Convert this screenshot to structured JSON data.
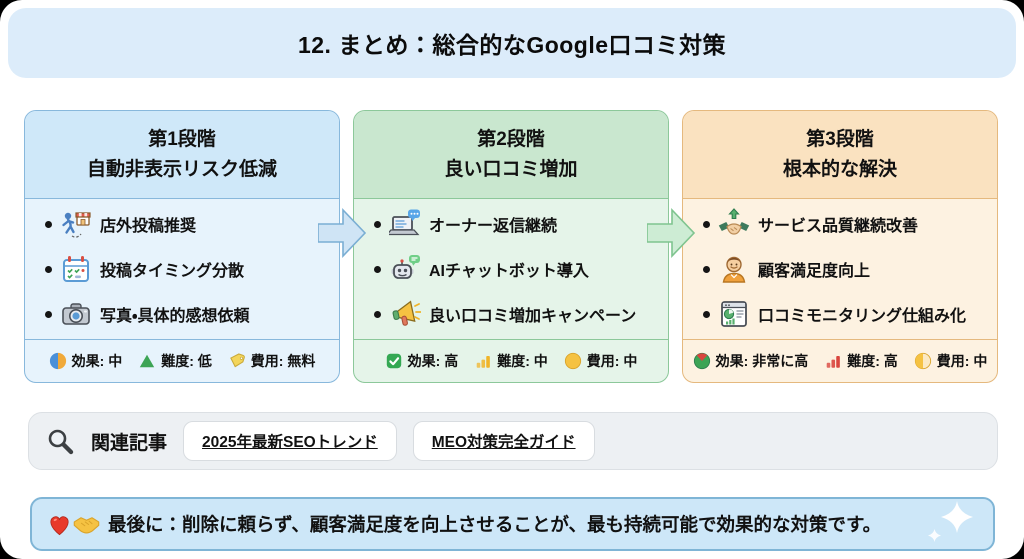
{
  "title": "12. まとめ：総合的なGoogle口コミ対策",
  "cards": [
    {
      "stage": "第1段階",
      "subtitle": "自動非表示リスク低減",
      "items": [
        {
          "icon": "walking-person-store-icon",
          "label": "店外投稿推奨"
        },
        {
          "icon": "calendar-icon",
          "label": "投稿タイミング分散"
        },
        {
          "icon": "camera-icon",
          "label": "写真・具体的感想依頼"
        }
      ],
      "stats": [
        {
          "icon": "effect-half-circle-icon",
          "label": "効果: 中"
        },
        {
          "icon": "difficulty-triangle-icon",
          "label": "難度: 低"
        },
        {
          "icon": "price-tag-icon",
          "label": "費用: 無料"
        }
      ]
    },
    {
      "stage": "第2段階",
      "subtitle": "良い口コミ増加",
      "items": [
        {
          "icon": "laptop-chat-icon",
          "label": "オーナー返信継続"
        },
        {
          "icon": "robot-icon",
          "label": "AIチャットボット導入"
        },
        {
          "icon": "megaphone-icon",
          "label": "良い口コミ増加キャンペーン"
        }
      ],
      "stats": [
        {
          "icon": "check-square-icon",
          "label": "効果: 高"
        },
        {
          "icon": "bar-chart-amber-icon",
          "label": "難度: 中"
        },
        {
          "icon": "yellow-circle-icon",
          "label": "費用: 中"
        }
      ]
    },
    {
      "stage": "第3段階",
      "subtitle": "根本的な解決",
      "items": [
        {
          "icon": "handshake-growth-icon",
          "label": "サービス品質継続改善"
        },
        {
          "icon": "customer-smile-icon",
          "label": "顧客満足度向上"
        },
        {
          "icon": "monitoring-dashboard-icon",
          "label": "口コミモニタリング仕組み化"
        }
      ],
      "stats": [
        {
          "icon": "pie-green-red-icon",
          "label": "効果: 非常に高"
        },
        {
          "icon": "bar-chart-red-icon",
          "label": "難度: 高"
        },
        {
          "icon": "half-yellow-circle-icon",
          "label": "費用: 中"
        }
      ]
    }
  ],
  "related": {
    "label": "関連記事",
    "links": [
      "2025年最新SEOトレンド",
      "MEO対策完全ガイド"
    ]
  },
  "final_note": "最後に：削除に頼らず、顧客満足度を向上させることが、最も持続可能で効果的な対策です。",
  "colors": {
    "title_banner_bg": "#dcecfa",
    "stage1_accent": "#88b8dc",
    "stage1_header_bg": "#cfe8f9",
    "stage1_body_bg": "#e7f3fc",
    "stage2_accent": "#8cc89a",
    "stage2_header_bg": "#c9e7cf",
    "stage2_body_bg": "#e5f4e9",
    "stage3_accent": "#e5b97e",
    "stage3_header_bg": "#fae2c0",
    "stage3_body_bg": "#fdf2e1",
    "related_bar_bg": "#edf0f3",
    "note_bg": "#cde7f8",
    "note_border": "#7fb5d6"
  }
}
